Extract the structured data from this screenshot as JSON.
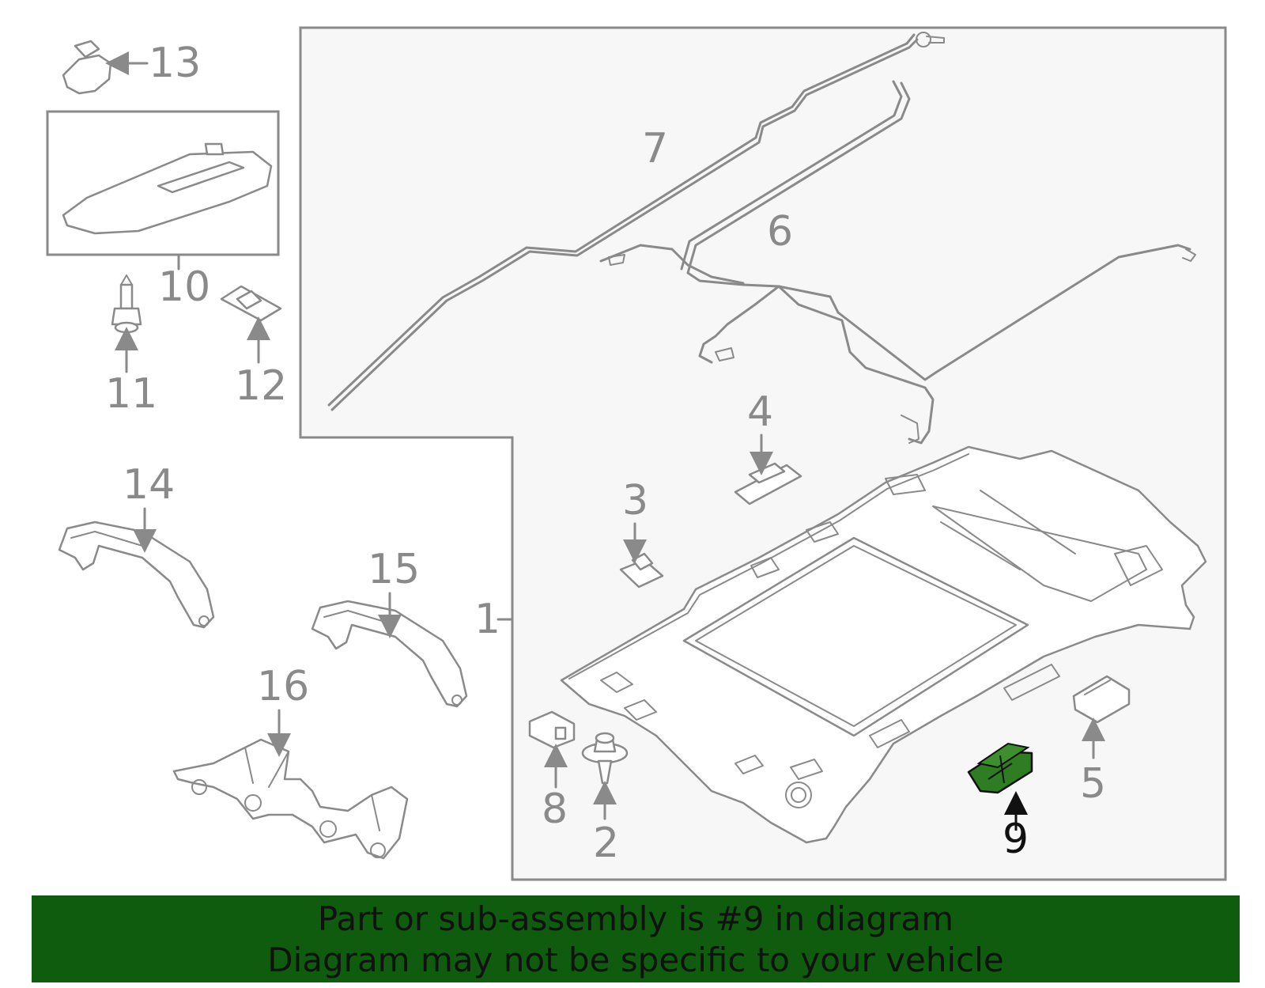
{
  "diagram": {
    "callouts": [
      {
        "id": "1",
        "label": "1"
      },
      {
        "id": "2",
        "label": "2"
      },
      {
        "id": "3",
        "label": "3"
      },
      {
        "id": "4",
        "label": "4"
      },
      {
        "id": "5",
        "label": "5"
      },
      {
        "id": "6",
        "label": "6"
      },
      {
        "id": "7",
        "label": "7"
      },
      {
        "id": "8",
        "label": "8"
      },
      {
        "id": "9",
        "label": "9",
        "highlighted": true
      },
      {
        "id": "10",
        "label": "10"
      },
      {
        "id": "11",
        "label": "11"
      },
      {
        "id": "12",
        "label": "12"
      },
      {
        "id": "13",
        "label": "13"
      },
      {
        "id": "14",
        "label": "14"
      },
      {
        "id": "15",
        "label": "15"
      },
      {
        "id": "16",
        "label": "16"
      }
    ],
    "colors": {
      "line": "#8a8a8a",
      "panel": "#f7f7f7",
      "highlight_part": "#2e7d22",
      "banner": "#0f5c0f",
      "banner_text": "#111111"
    }
  },
  "banner": {
    "line1": "Part or sub-assembly is #9 in diagram",
    "line2": "Diagram may not be specific to your vehicle"
  }
}
